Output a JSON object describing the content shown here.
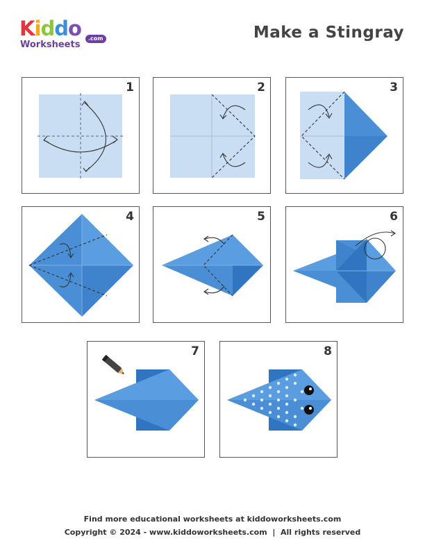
{
  "logo": {
    "letters": [
      "K",
      "i",
      "d",
      "d",
      "o"
    ],
    "letter_colors": [
      "#e8333a",
      "#f5a623",
      "#8cc63f",
      "#3a8fd9",
      "#7b4fb8"
    ],
    "sub": "Worksheets",
    "com": ".com"
  },
  "title": "Make a Stingray",
  "steps": [
    "1",
    "2",
    "3",
    "4",
    "5",
    "6",
    "7",
    "8"
  ],
  "colors": {
    "paper_light": "#c9def3",
    "paper_blue": "#4a8fd6",
    "paper_dark": "#2f75c0",
    "paper_mid": "#5a9de0",
    "fold_line": "#6a7f95",
    "arrow": "#333333"
  },
  "footer": {
    "line1": "Find more educational worksheets at kiddoworksheets.com",
    "line2": "Copyright © 2024 - www.kiddoworksheets.com  |  All rights reserved"
  }
}
